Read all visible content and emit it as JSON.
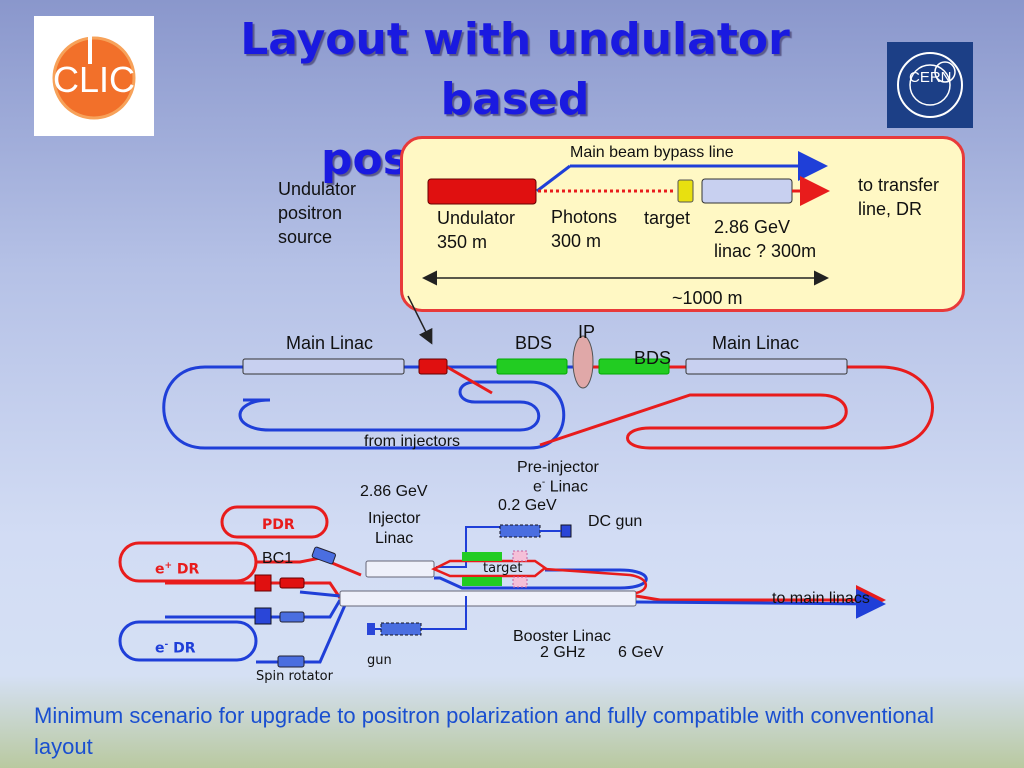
{
  "title": {
    "line1": "Layout with undulator based",
    "line2": "positron source"
  },
  "logos": {
    "left": "CLIC",
    "right": "CERN"
  },
  "inset": {
    "bypass_label": "Main beam bypass line",
    "undulator": "Undulator",
    "undulator_len": "350 m",
    "photons": "Photons",
    "photons_len": "300 m",
    "target": "target",
    "linac": "2.86 GeV",
    "linac2": "linac ? 300m",
    "to_transfer": "to transfer",
    "to_transfer2": "line, DR",
    "length": "~1000 m"
  },
  "overview": {
    "und_src_1": "Undulator",
    "und_src_2": "positron",
    "und_src_3": "source",
    "main_linac_left": "Main Linac",
    "bds_left": "BDS",
    "ip": "IP",
    "bds_right": "BDS",
    "main_linac_right": "Main Linac",
    "from_injectors": "from injectors"
  },
  "injector": {
    "pre_injector": "Pre-injector",
    "e_linac_prefix": "e",
    "e_linac_sup": "-",
    "e_linac_suffix": " Linac",
    "energy_286": "2.86 GeV",
    "energy_02": "0.2 GeV",
    "dc_gun": "DC gun",
    "injector_linac_1": "Injector",
    "injector_linac_2": "Linac",
    "pdr": "PDR",
    "eplus_dr_prefix": "e",
    "eplus_dr_sup": "+",
    "eplus_dr_suffix": " DR",
    "bc1": "BC1",
    "target": "target",
    "to_main_linacs": "to main linacs",
    "eminus_dr_prefix": "e",
    "eminus_dr_sup": "-",
    "eminus_dr_suffix": " DR",
    "booster_linac": "Booster Linac",
    "booster_freq": "2 GHz",
    "booster_energy": "6 GeV",
    "gun": "gun",
    "spin_rotator": "Spin rotator"
  },
  "footer": {
    "text": "Minimum scenario for upgrade to positron polarization and fully compatible with conventional layout"
  },
  "colors": {
    "title": "#1a1ae0",
    "electron_line": "#1f3fd8",
    "positron_line": "#e81c1c",
    "inset_border": "#e83a3a",
    "inset_bg": "#fff8c4",
    "linac": "#c8d0f0",
    "bds": "#22cc22",
    "footer_text": "#1a4fd0"
  }
}
